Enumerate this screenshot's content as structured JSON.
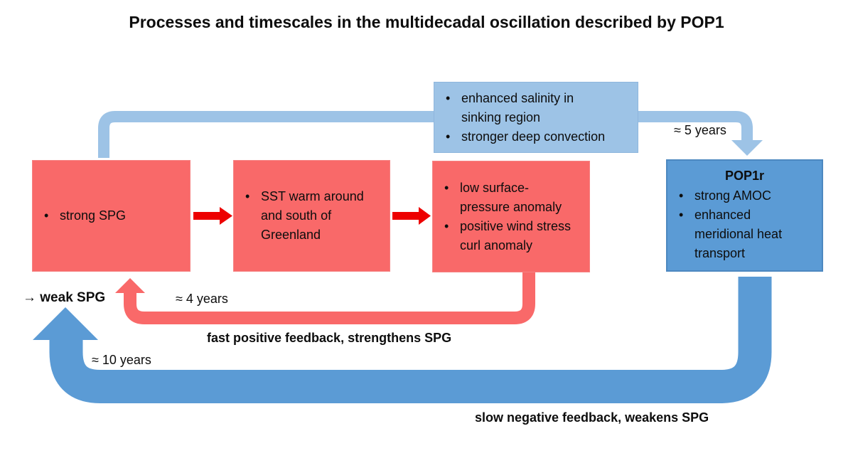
{
  "title": "Processes and timescales in the multidecadal oscillation described by POP1",
  "colors": {
    "box_red": "#F96969",
    "arrow_bright_red": "#ED0000",
    "light_blue": "#9DC3E6",
    "blue": "#5B9BD5"
  },
  "boxes": {
    "strong_spg": {
      "items": [
        "strong SPG"
      ]
    },
    "sst": {
      "items": [
        "SST warm around\nand south of\nGreenland"
      ]
    },
    "pressure": {
      "items": [
        "low surface-\npressure anomaly",
        "positive wind stress\ncurl anomaly"
      ]
    },
    "salinity": {
      "items": [
        "enhanced salinity in\nsinking region",
        "stronger deep convection"
      ]
    },
    "pop1r": {
      "title": "POP1r",
      "items": [
        "strong AMOC",
        "enhanced\nmeridional heat\ntransport"
      ]
    }
  },
  "labels": {
    "five_years": "≈ 5 years",
    "four_years": "≈ 4 years",
    "ten_years": "≈ 10 years",
    "weak_spg": "→ weak SPG",
    "fast_feedback": "fast positive feedback, strengthens SPG",
    "slow_feedback": "slow negative feedback, weakens SPG"
  }
}
